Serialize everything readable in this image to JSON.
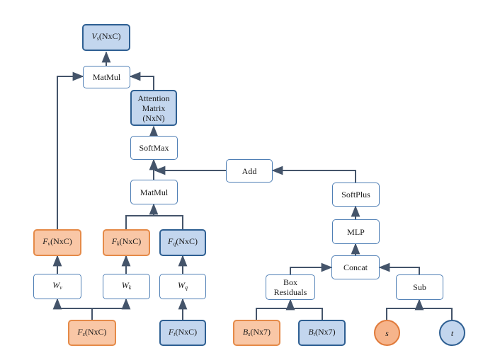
{
  "nodes": {
    "vs": {
      "sym": "V",
      "sub": "s",
      "rest": "(NxC)"
    },
    "matmul_top": "MatMul",
    "attention": "Attention\nMatrix\n(NxN)",
    "softmax": "SoftMax",
    "add": "Add",
    "matmul_mid": "MatMul",
    "softplus": "SoftPlus",
    "mlp": "MLP",
    "concat": "Concat",
    "fv": {
      "sym": "F",
      "sub": "v",
      "rest": "(NxC)"
    },
    "fk": {
      "sym": "F",
      "sub": "k",
      "rest": "(NxC)"
    },
    "fq": {
      "sym": "F",
      "sub": "q",
      "rest": "(NxC)"
    },
    "wv": {
      "sym": "W",
      "sub": "v"
    },
    "wk": {
      "sym": "W",
      "sub": "k"
    },
    "wq": {
      "sym": "W",
      "sub": "q"
    },
    "box_residuals": "Box\nResiduals",
    "sub_op": "Sub",
    "fs": {
      "sym": "F",
      "sub": "s",
      "rest": "(NxC)"
    },
    "ft": {
      "sym": "F",
      "sub": "t",
      "rest": "(NxC)"
    },
    "bs": {
      "sym": "B",
      "sub": "s",
      "rest": "(Nx7)"
    },
    "bt": {
      "sym": "B",
      "sub": "t",
      "rest": "(Nx7)"
    },
    "s": "s",
    "t": "t"
  },
  "colors": {
    "wire": "#44546a",
    "op_border": "#4f7fb5",
    "blue_fill": "#c3d6ee",
    "blue_border": "#2e5f92",
    "orange_fill": "#f9c7a6",
    "orange_border": "#e58a48"
  }
}
